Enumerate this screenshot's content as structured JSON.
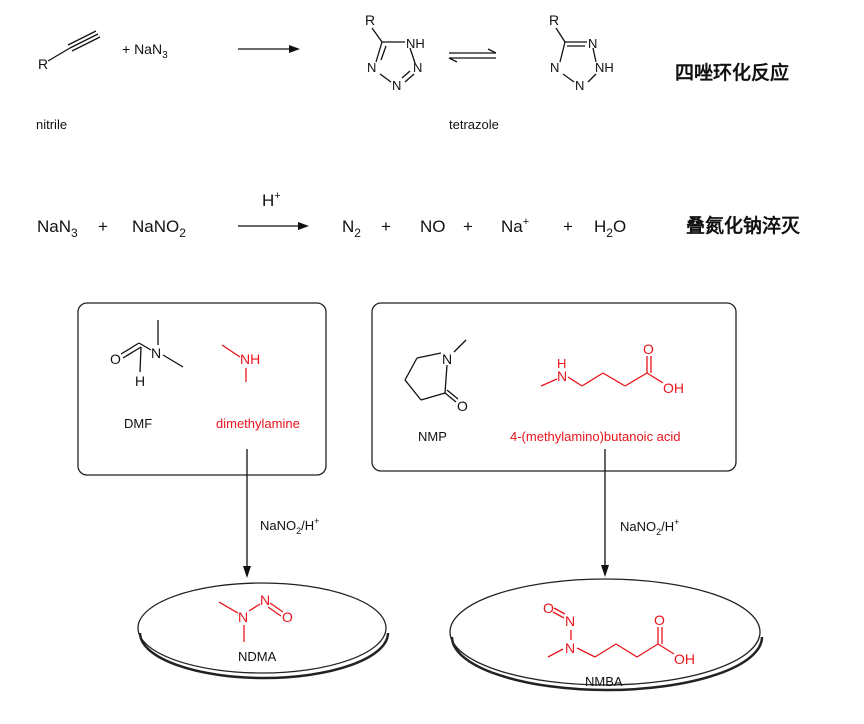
{
  "reaction1": {
    "reactant1": {
      "r_label": "R",
      "caption": "nitrile"
    },
    "reactant2": {
      "parts": [
        "+ NaN",
        "3"
      ]
    },
    "tetrazole_a": {
      "r": "R",
      "nh": "NH",
      "n": "N"
    },
    "tetrazole_b": {
      "r": "R",
      "nh": "NH",
      "n": "N"
    },
    "caption": "tetrazole",
    "title": "四唑环化反应"
  },
  "reaction2": {
    "nan3": [
      "NaN",
      "3"
    ],
    "nano2": [
      "NaNO",
      "2"
    ],
    "conditions": [
      "H",
      "+"
    ],
    "n2": [
      "N",
      "2"
    ],
    "no": "NO",
    "na": [
      "Na",
      "+"
    ],
    "h2o": [
      "H",
      "2",
      "O"
    ],
    "plus": "+",
    "title": "叠氮化钠淬灭"
  },
  "box_left": {
    "dmf": {
      "label": "DMF",
      "o": "O",
      "n": "N",
      "h": "H"
    },
    "amine": {
      "label": "dimethylamine",
      "nh": "NH"
    },
    "reagent": [
      "NaNO",
      "2",
      "/H",
      "+"
    ],
    "product": {
      "label": "NDMA",
      "n1": "N",
      "n2": "N",
      "o": "O"
    }
  },
  "box_right": {
    "nmp": {
      "label": "NMP",
      "n": "N",
      "o": "O"
    },
    "acid": {
      "label": "4-(methylamino)butanoic acid",
      "h": "H",
      "n": "N",
      "o": "O",
      "oh": "OH"
    },
    "reagent": [
      "NaNO",
      "2",
      "/H",
      "+"
    ],
    "product": {
      "label": "NMBA",
      "o1": "O",
      "n1": "N",
      "n2": "N",
      "o2": "O",
      "oh": "OH"
    }
  },
  "colors": {
    "accent_red": "#e8141c",
    "ink": "#111111"
  }
}
